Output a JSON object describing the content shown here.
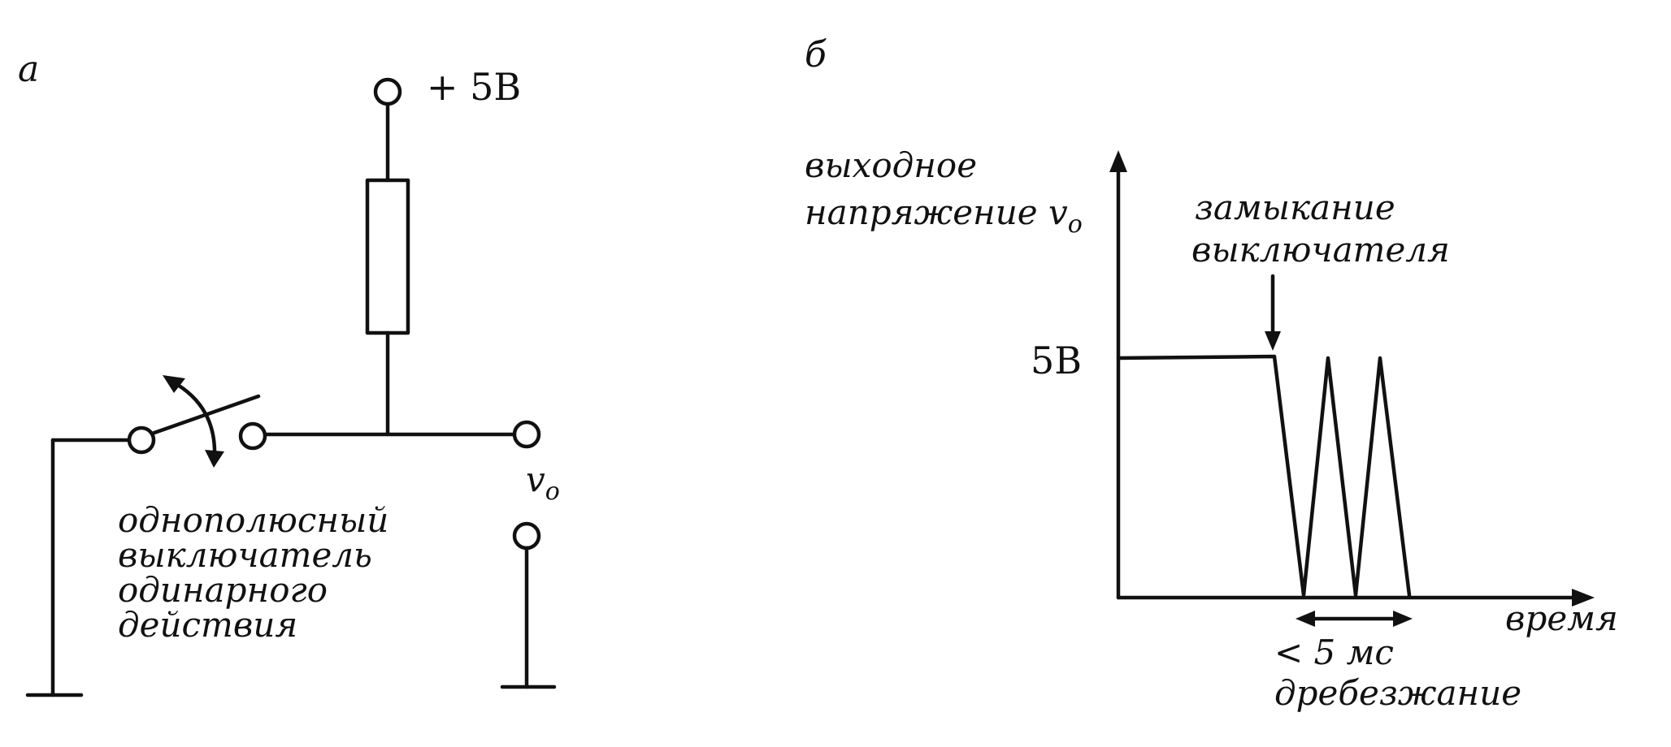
{
  "panel_a": {
    "letter": "а",
    "supply_label": "+ 5В",
    "output_label": "v",
    "output_sub": "o",
    "switch_label": [
      "однополюсный",
      "выключатель",
      "одинарного",
      "действия"
    ]
  },
  "panel_b": {
    "letter": "б",
    "y_axis_label_line1": "выходное",
    "y_axis_label_line2": "напряжение v",
    "y_axis_label_sub": "o",
    "level_label": "5В",
    "annotation_line1": "замыкание",
    "annotation_line2": "выключателя",
    "x_axis_label": "время",
    "bounce_time": "< 5 мс",
    "bounce_label": "дребезжание"
  },
  "colors": {
    "ink": "#111111",
    "background": "#ffffff"
  }
}
